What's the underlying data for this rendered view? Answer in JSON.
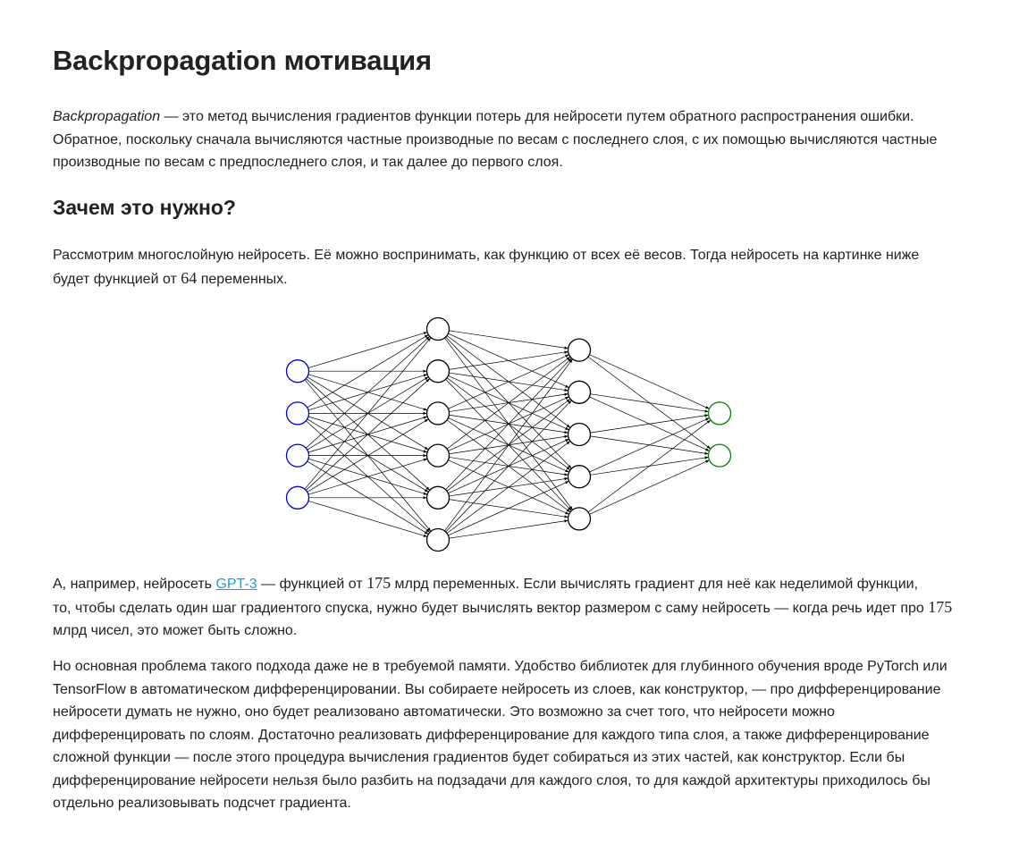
{
  "title": "Backpropagation мотивация",
  "intro": {
    "term": "Backpropagation",
    "line1_rest": " — это метод вычисления градиентов функции потерь для нейросети путем обратного распространения ошибки.",
    "line2": "Обратное, поскольку сначала вычисляются частные производные по весам с последнего слоя, с их помощью вычисляются частные",
    "line3": "производные по весам с предпоследнего слоя, и так далее до первого слоя."
  },
  "section_title": "Зачем это нужно?",
  "section_p1": {
    "line1": "Рассмотрим многослойную нейросеть. Её можно воспринимать, как функцию от всех её весов. Тогда нейросеть на картинке ниже",
    "line2_pre": "будет функцией от ",
    "line2_num": "64",
    "line2_post": " переменных."
  },
  "diagram": {
    "layers": [
      4,
      6,
      5,
      2
    ],
    "colors": {
      "input": "#0000cc",
      "hidden": "#000000",
      "output": "#008000",
      "edge": "#000000"
    }
  },
  "section_p2": {
    "line1_pre": "А, например, нейросеть ",
    "link_text": "GPT-3",
    "line1_mid": " — функцией от ",
    "num1": "175",
    "line1_post": " млрд переменных. Если вычислять градиент для неё как неделимой функции,",
    "line2_pre": "то, чтобы сделать один шаг градиентого спуска, нужно будет вычислять вектор размером с саму нейросеть — когда речь идет про ",
    "num2": "175",
    "line3": "млрд чисел, это может быть сложно.",
    "link_color": "#1e9fdb"
  },
  "section_p3": {
    "lines": [
      "Но основная проблема такого подхода даже не в требуемой памяти. Удобство библиотек для глубинного обучения вроде PyTorch или",
      "TensorFlow в автоматическом дифференцировании. Вы собираете нейросеть из слоев, как конструктор, — про дифференцирование",
      "нейросети думать не нужно, оно будет реализовано автоматически. Это возможно за счет того, что нейросети можно",
      "дифференцировать по слоям. Достаточно реализовать дифференцирование для каждого типа слоя, а также дифференцирование",
      "сложной функции — после этого процедура вычисления градиентов будет собираться из этих частей, как конструктор. Если бы",
      "дифференцирование нейросети нельзя было разбить на подзадачи для каждого слоя, то для каждой архитектуры приходилось бы",
      "отдельно реализовывать подсчет градиента."
    ]
  }
}
